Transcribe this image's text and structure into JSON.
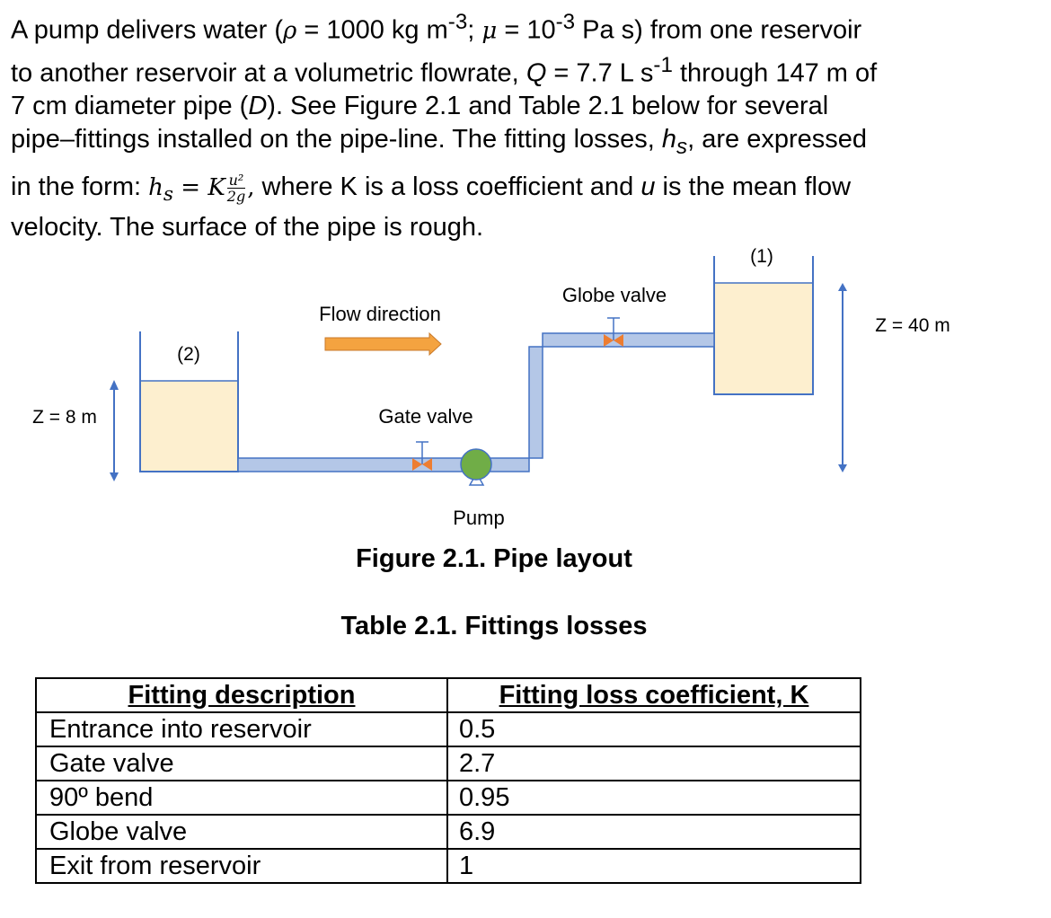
{
  "problem": {
    "line1_pre": "A pump delivers water (",
    "rho_symbol": "ρ",
    "rho_value": " = 1000 kg m",
    "rho_exp": "-3",
    "sep": "; ",
    "mu_symbol": "μ",
    "mu_value": " = 10",
    "mu_exp": "-3",
    "line1_post": " Pa s) from one reservoir",
    "line2_pre": "to another reservoir at a volumetric flowrate, ",
    "q_symbol": "Q",
    "q_value": " = 7.7 L s",
    "q_exp": "-1",
    "line2_post": " through 147 m of",
    "line3_pre": "7 cm diameter pipe (",
    "d_symbol": "D",
    "line3_post": "). See Figure 2.1 and Table 2.1 below for several",
    "line4_pre": "pipe–fittings installed on the pipe-line. The fitting losses, ",
    "hs_symbol": "h",
    "hs_sub": "s",
    "line4_post": ", are expressed",
    "line5_pre": "in the form: ",
    "eq_lhs": "h",
    "eq_lhs_sub": "s",
    "eq_equals": " = ",
    "eq_k": "K",
    "eq_num": "u²",
    "eq_den": "2g",
    "eq_comma": ",",
    "line5_mid": " where K is a loss coefficient and ",
    "u_symbol": "u",
    "line5_post": " is the mean flow",
    "line6": "velocity. The surface of the pipe is rough."
  },
  "figure": {
    "label_reservoir_1": "(1)",
    "label_reservoir_2": "(2)",
    "label_z_high": "Z = 40 m",
    "label_z_low": "Z = 8 m",
    "label_flow": "Flow direction",
    "label_globe": "Globe valve",
    "label_gate": "Gate valve",
    "label_pump": "Pump",
    "caption": "Figure 2.1. Pipe layout"
  },
  "colors": {
    "water": "#fdefcf",
    "pipe": "#b4c7e7",
    "outline": "#4472c4",
    "arrow": "#f4a340",
    "pump": "#70ad47",
    "valve": "#ed7d31"
  },
  "table": {
    "title": "Table 2.1. Fittings losses",
    "headers": [
      "Fitting description",
      "Fitting loss coefficient, K"
    ],
    "rows": [
      [
        "Entrance into reservoir",
        "0.5"
      ],
      [
        "Gate valve",
        "2.7"
      ],
      [
        "90º bend",
        "0.95"
      ],
      [
        "Globe valve",
        "6.9"
      ],
      [
        "Exit from reservoir",
        "1"
      ]
    ]
  }
}
